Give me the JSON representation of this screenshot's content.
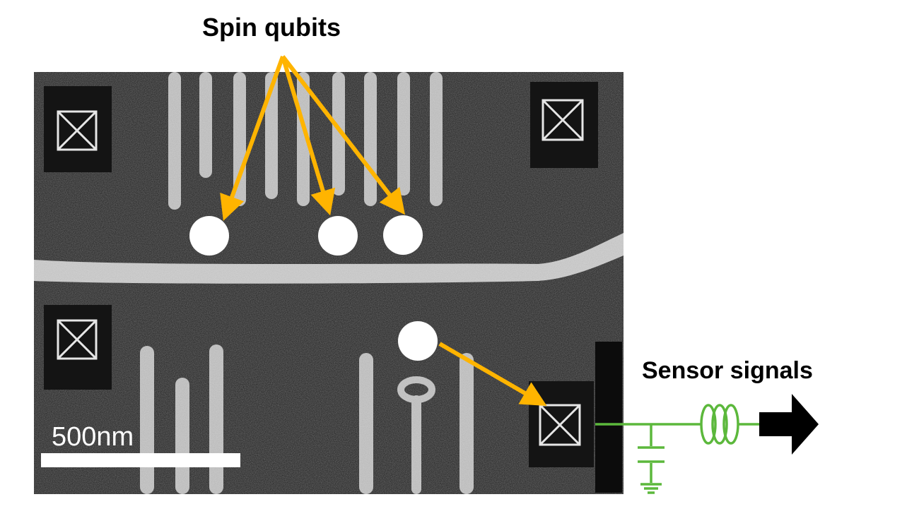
{
  "title": "Spin qubits",
  "scale_bar_label": "500nm",
  "sensor_label": "Sensor signals",
  "icons": [
    "ohmic-contact-icon",
    "coil-icon",
    "capacitor-icon",
    "ground-icon",
    "arrow-right-icon"
  ],
  "colors": {
    "arrow": "#FFB400",
    "circuit": "#5CB83C",
    "dot": "#ffffff",
    "sem_background": "#1e1e1e",
    "gate": "#d0d0d0"
  },
  "qubit_count": 3,
  "sensor_count": 1
}
